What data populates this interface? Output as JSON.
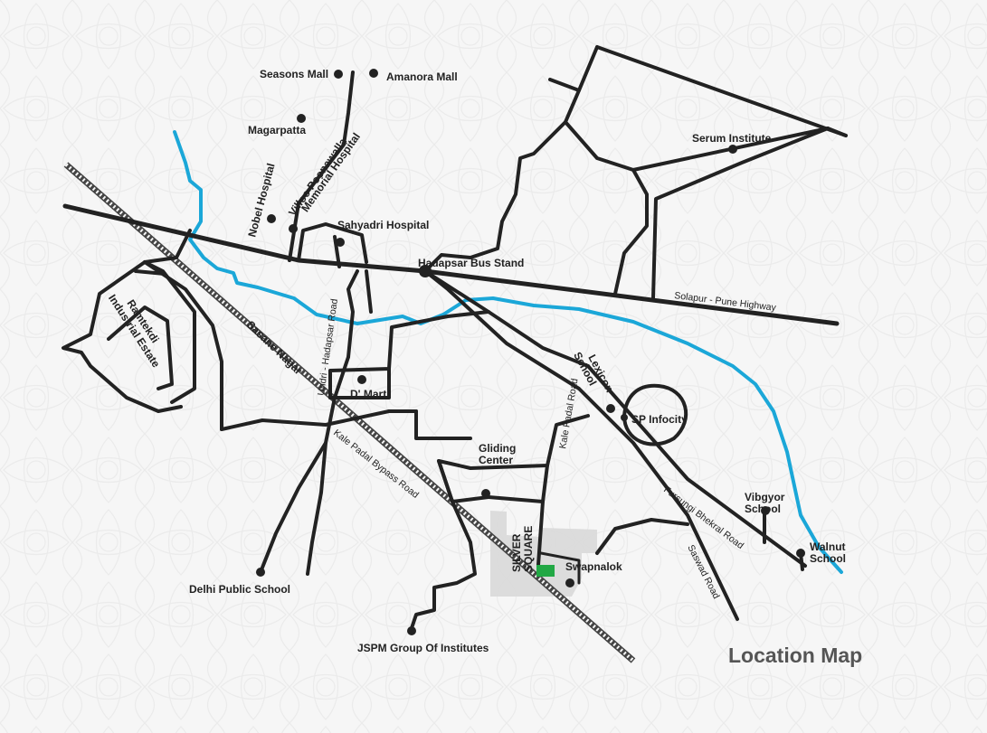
{
  "map": {
    "title": "Location Map",
    "colors": {
      "background": "#f6f6f6",
      "road": "#222222",
      "river": "#1ba7d8",
      "highlight_zone": "#d8d8d8",
      "project_marker": "#22a845",
      "title": "#555555"
    },
    "roads": {
      "solapur_pune_highway": "Solapur - Pune Highway",
      "undri_hadapsar_road": "Undri - Hadapsar Road",
      "kale_padal_bypass_road": "Kale Padal Bypass Road",
      "kale_padal_road": "Kale Padal Road",
      "fursungi_bhekral_road": "Fursungi Bhekral Road",
      "saswad_road": "Saswad Road"
    },
    "areas": {
      "sasane_nagar": "Sasane Nagar",
      "ramtekdi": "Ramtekdi Industrial Estate"
    },
    "project": {
      "name": "SILVER SQUARE"
    },
    "landmarks": {
      "seasons_mall": "Seasons Mall",
      "amanora_mall": "Amanora Mall",
      "magarpatta": "Magarpatta",
      "nobel_hospital": "Nobel Hospital",
      "villoo_poonawalla": "Villoo Poonawalla Memorial Hospital",
      "sahyadri_hospital": "Sahyadri Hospital",
      "hadapsar_bus_stand": "Hadapsar Bus Stand",
      "serum_institute": "Serum Institute",
      "d_mart": "D' Mart",
      "gliding_center": "Gliding Center",
      "lexicon_school": "Lexicon School",
      "sp_infocity": "SP Infocity",
      "vibgyor_school": "Vibgyor School",
      "walnut_school": "Walnut School",
      "swapnalok": "Swapnalok",
      "delhi_public_school": "Delhi Public School",
      "jspm": "JSPM Group Of Institutes"
    }
  }
}
